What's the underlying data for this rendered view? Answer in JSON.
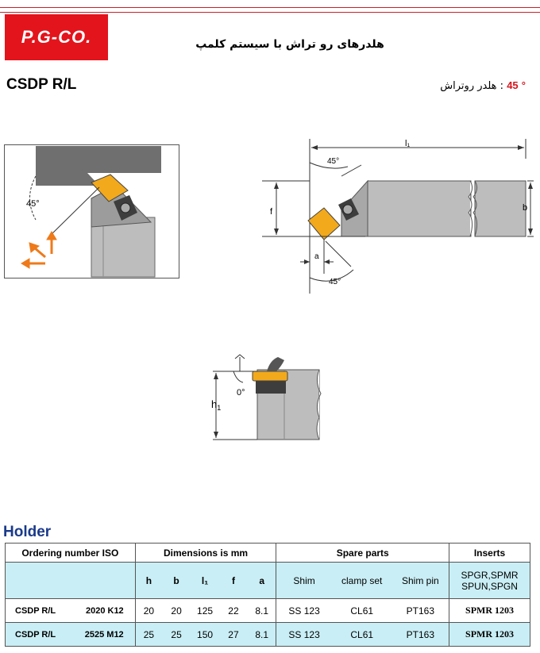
{
  "header": {
    "logo": "P.G-CO.",
    "title": "هلدرهای رو تراش با سیستم کلمپ"
  },
  "model": "CSDP R/L",
  "angle": {
    "value": "45",
    "degree": "°",
    "label": "هلدر روتراش",
    "sep": ":"
  },
  "figures": {
    "fig1": {
      "angle": "45°"
    },
    "fig2": {
      "l1": "l₁",
      "angle_top": "45°",
      "f": "f",
      "b": "b",
      "a": "a",
      "angle_bottom": "45°"
    },
    "fig3": {
      "angle": "0°",
      "h": "h",
      "h_sub": "1"
    }
  },
  "holder": {
    "heading": "Holder",
    "headers": {
      "ordering": "Ordering  number ISO",
      "dimensions": "Dimensions is mm",
      "spare": "Spare  parts",
      "inserts": "Inserts"
    },
    "sub": {
      "h": "h",
      "b": "b",
      "l1": "l₁",
      "f": "f",
      "a": "a",
      "shim": "Shim",
      "clamp": "clamp set",
      "pin": "Shim pin",
      "ins1": "SPGR,SPMR",
      "ins2": "SPUN,SPGN"
    },
    "rows": [
      {
        "code": "CSDP R/L",
        "size": "2020 K12",
        "h": "20",
        "b": "20",
        "l1": "125",
        "f": "22",
        "a": "8.1",
        "shim": "SS 123",
        "clamp": "CL61",
        "pin": "PT163",
        "insert": "SPMR  1203"
      },
      {
        "code": "CSDP R/L",
        "size": "2525 M12",
        "h": "25",
        "b": "25",
        "l1": "150",
        "f": "27",
        "a": "8.1",
        "shim": "SS 123",
        "clamp": "CL61",
        "pin": "PT163",
        "insert": "SPMR  1203"
      }
    ]
  }
}
